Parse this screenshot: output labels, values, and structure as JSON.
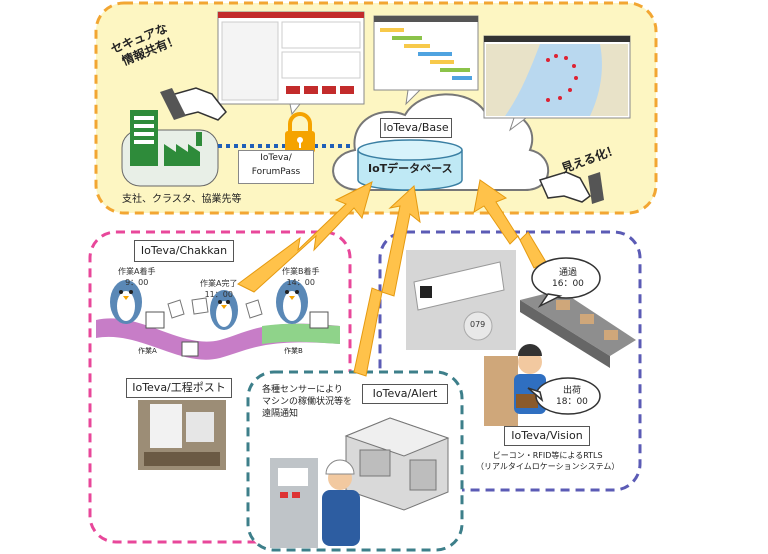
{
  "top_area": {
    "slogan_secure": [
      "セキュアな",
      "情報共有！"
    ],
    "slogan_visible": "見える化！",
    "sites_caption": "支社、クラスタ、協業先等",
    "forumpass_label": [
      "IoTeva/",
      "ForumPass"
    ],
    "base_label": "IoTeva/Base",
    "db_label": "IoTデータベース"
  },
  "chakkan": {
    "title": "IoTeva/Chakkan",
    "task_a_start": [
      "作業A着手",
      "9：00"
    ],
    "task_a_done": [
      "作業A完了",
      "11：00"
    ],
    "task_b_start": [
      "作業B着手",
      "14：00"
    ],
    "work_a": "作業A",
    "work_b": "作業B",
    "post_label": "IoTeva/工程ポスト"
  },
  "alert": {
    "title": "IoTeva/Alert",
    "description": [
      "各種センサーにより",
      "マシンの稼働状況等を",
      "遠隔通知"
    ]
  },
  "vision": {
    "title": "IoTeva/Vision",
    "pass_label": [
      "通過",
      "16：00"
    ],
    "ship_label": [
      "出荷",
      "18：00"
    ],
    "tag_number": "079",
    "caption": [
      "ビーコン・RFID等によるRTLS",
      "（リアルタイムロケーションシステム）"
    ]
  },
  "colors": {
    "top_border": "#f2a632",
    "top_fill": "#fdf6c2",
    "chakkan_border": "#e8479a",
    "alert_border": "#3d7f8a",
    "vision_border": "#5b5bb5",
    "arrow": "#ffc24a",
    "lock": "#f5a300",
    "db_fill": "#bfe9f5"
  }
}
